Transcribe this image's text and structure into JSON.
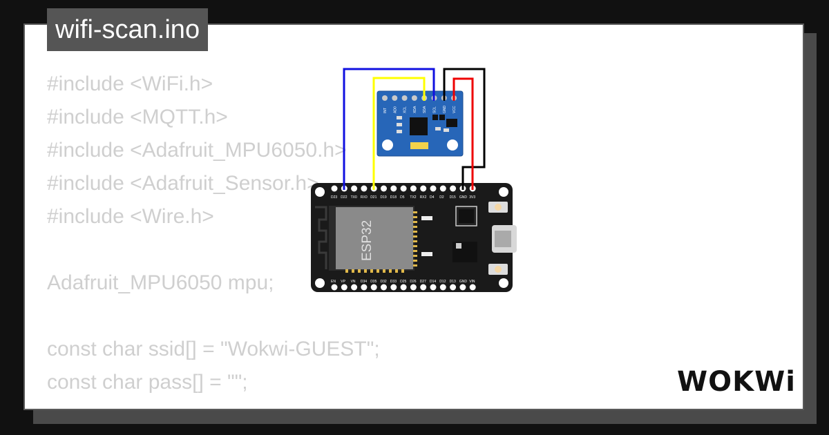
{
  "project": {
    "title": "wifi-scan.ino"
  },
  "code_preview": {
    "lines": [
      "#include <WiFi.h>",
      "#include <MQTT.h>",
      "#include <Adafruit_MPU6050.h>",
      "#include <Adafruit_Sensor.h>",
      "#include <Wire.h>",
      "",
      "Adafruit_MPU6050 mpu;",
      "",
      "const char ssid[] = \"Wokwi-GUEST\";",
      "const char pass[] = \"\";"
    ]
  },
  "circuit": {
    "board_label": "ESP32",
    "board_pins_top": [
      "D23",
      "D22",
      "TX0",
      "RX0",
      "D21",
      "D19",
      "D18",
      "D5",
      "TX2",
      "RX2",
      "D4",
      "D2",
      "D15",
      "GND",
      "3V3"
    ],
    "board_pins_bottom": [
      "EN",
      "VP",
      "VN",
      "D34",
      "D35",
      "D32",
      "D33",
      "D25",
      "D26",
      "D27",
      "D14",
      "D12",
      "D13",
      "GND",
      "VIN"
    ],
    "sensor_pins": [
      "INT",
      "AD0",
      "XCL",
      "XDA",
      "SDA",
      "SCL",
      "GND",
      "VCC"
    ],
    "wire_colors": {
      "blue": "#1010e0",
      "yellow": "#ffff00",
      "black": "#000000",
      "red": "#ee0000"
    },
    "sensor_color": "#2766b8",
    "board_color": "#1a1a1a"
  },
  "brand": {
    "logo_text": "WOKWi"
  },
  "colors": {
    "background": "#111111",
    "card": "#ffffff",
    "badge": "#555555",
    "code_text": "#cfcfcf"
  }
}
